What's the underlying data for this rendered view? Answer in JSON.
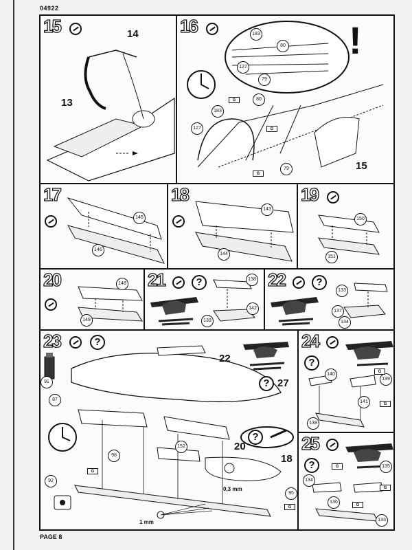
{
  "header": {
    "code": "04922"
  },
  "footer": {
    "page_label": "PAGE 8"
  },
  "steps": {
    "s15": {
      "number": "15",
      "labels": [
        "14",
        "13"
      ]
    },
    "s16": {
      "number": "16",
      "labels": [
        "183",
        "80",
        "127",
        "79",
        "183",
        "80",
        "127",
        "79"
      ],
      "callout": "15",
      "exclaim": "!"
    },
    "s17": {
      "number": "17",
      "parts": [
        "145",
        "146"
      ]
    },
    "s18": {
      "number": "18",
      "parts": [
        "143",
        "144"
      ]
    },
    "s19": {
      "number": "19",
      "parts": [
        "150",
        "151"
      ]
    },
    "s20": {
      "number": "20",
      "parts": [
        "148",
        "149"
      ]
    },
    "s21": {
      "number": "21",
      "parts": [
        "138",
        "142",
        "139"
      ],
      "help": "?"
    },
    "s22": {
      "number": "22",
      "parts": [
        "133",
        "137",
        "134"
      ],
      "help": "?"
    },
    "s23": {
      "number": "23",
      "help": "?",
      "parts": [
        "91",
        "87",
        "98",
        "152",
        "92",
        "95"
      ],
      "callouts": [
        "22",
        "27",
        "20",
        "18"
      ],
      "measurements": [
        "0,3 mm",
        "1 mm"
      ]
    },
    "s24": {
      "number": "24",
      "help": "?",
      "parts": [
        "140",
        "139",
        "141",
        "138"
      ]
    },
    "s25": {
      "number": "25",
      "help": "?",
      "parts": [
        "135",
        "134",
        "136",
        "133"
      ]
    }
  },
  "glue_label": "G"
}
